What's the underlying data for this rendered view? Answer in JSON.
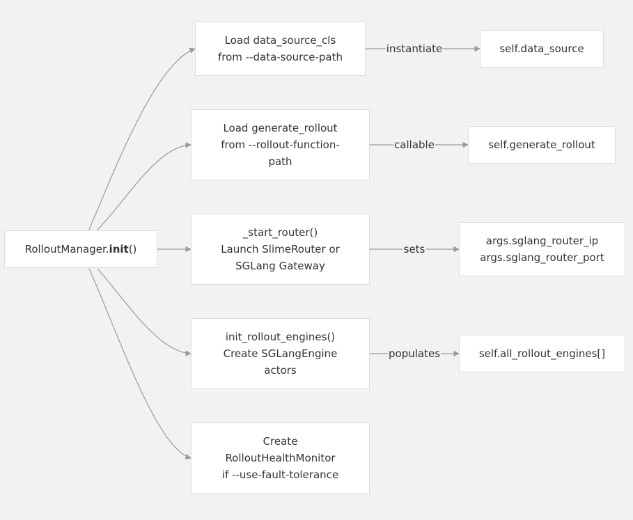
{
  "diagram": {
    "root": {
      "prefix": "RolloutManager.",
      "bold": "init",
      "suffix": "()"
    },
    "steps": [
      {
        "lines": [
          "Load data_source_cls",
          "from --data-source-path"
        ]
      },
      {
        "lines": [
          "Load generate_rollout",
          "from --rollout-function-",
          "path"
        ]
      },
      {
        "lines": [
          "_start_router()",
          "Launch SlimeRouter or",
          "SGLang Gateway"
        ]
      },
      {
        "lines": [
          "init_rollout_engines()",
          "Create SGLangEngine",
          "actors"
        ]
      },
      {
        "lines": [
          "Create",
          "RolloutHealthMonitor",
          "if --use-fault-tolerance"
        ]
      }
    ],
    "targets": [
      {
        "lines": [
          "self.data_source"
        ]
      },
      {
        "lines": [
          "self.generate_rollout"
        ]
      },
      {
        "lines": [
          "args.sglang_router_ip",
          "args.sglang_router_port"
        ]
      },
      {
        "lines": [
          "self.all_rollout_engines[]"
        ]
      }
    ],
    "edge_labels": [
      "instantiate",
      "callable",
      "sets",
      "populates"
    ],
    "colors": {
      "background": "#f2f2f2",
      "node_fill": "#ffffff",
      "node_border": "#dcdcdc",
      "edge": "#999999",
      "text": "#333333"
    }
  }
}
